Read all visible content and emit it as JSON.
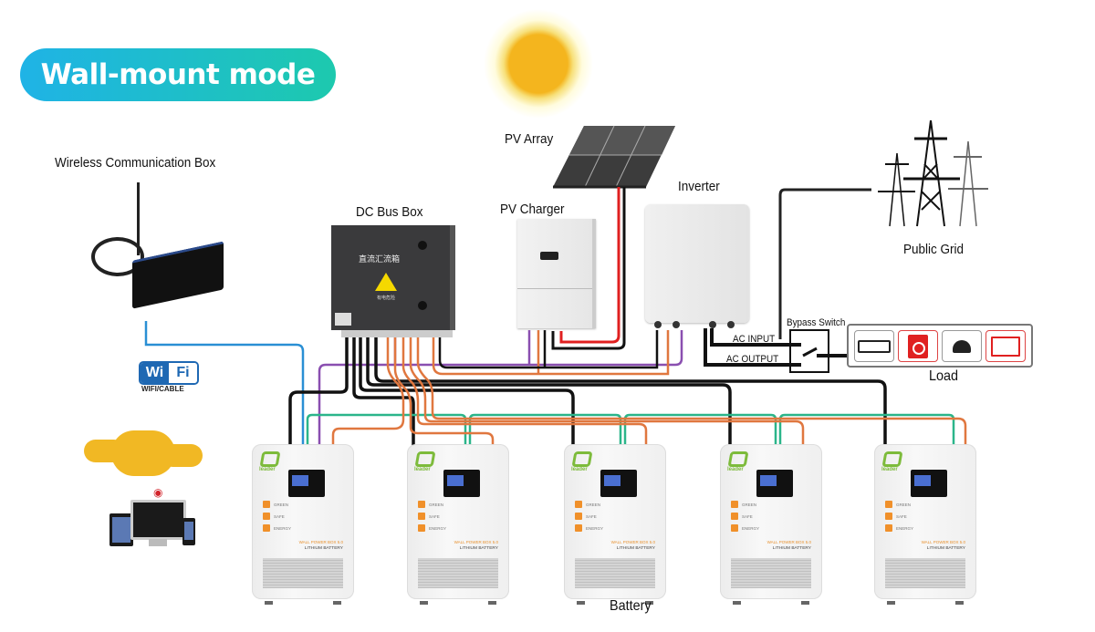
{
  "title": "Wall-mount mode",
  "labels": {
    "wireless_box": "Wireless Communication Box",
    "pv_array": "PV Array",
    "dc_bus_box": "DC Bus Box",
    "pv_charger": "PV Charger",
    "inverter": "Inverter",
    "public_grid": "Public Grid",
    "bypass_switch": "Bypass Switch",
    "ac_input": "AC INPUT",
    "ac_output": "AC OUTPUT",
    "load": "Load",
    "battery": "Battery",
    "wifi_caption": "WIFI/CABLE",
    "wifi_logo_left": "Wi",
    "wifi_logo_right": "Fi"
  },
  "dc_bus_box_panel": {
    "chinese_title": "直流汇流箱",
    "warning_text": "有电危险"
  },
  "load_items": [
    {
      "name": "air-conditioner",
      "icon": "air-conditioner-icon"
    },
    {
      "name": "washing-machine",
      "icon": "washing-machine-icon"
    },
    {
      "name": "vacuum-cleaner",
      "icon": "vacuum-cleaner-icon"
    },
    {
      "name": "television",
      "icon": "television-icon"
    }
  ],
  "battery_unit": {
    "brand": "leader",
    "features": [
      "GREEN",
      "SAFE",
      "ENERGY"
    ],
    "model": "WALL POWER BOX 5.0",
    "chemistry": "LITHIUM BATTERY",
    "count": 5
  },
  "colors": {
    "title_gradient_start": "#1fb3e6",
    "title_gradient_end": "#1dc9ae",
    "wire_black": "#111111",
    "wire_orange": "#e0773f",
    "wire_purple": "#8a4fb0",
    "wire_green": "#2bb58a",
    "wire_blue": "#2a8fd4",
    "wire_red": "#e02020",
    "sun": "#f4b51e",
    "cloud": "#f1b824",
    "battery_accent": "#7dbb3b"
  }
}
